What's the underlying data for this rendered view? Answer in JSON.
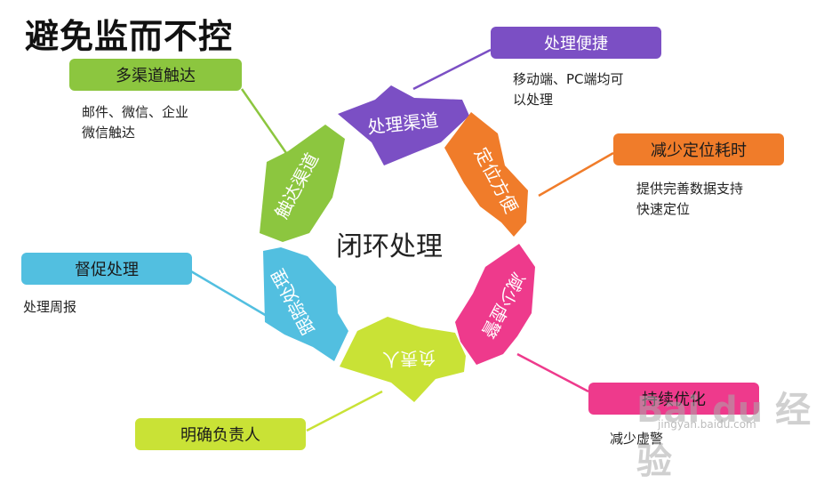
{
  "title": "避免监而不控",
  "center": "闭环处理",
  "segments": [
    {
      "label": "处理渠道",
      "color": "#7b4fc4"
    },
    {
      "label": "定位方便",
      "color": "#f07c2a"
    },
    {
      "label": "减少虚警",
      "color": "#ee3a8c"
    },
    {
      "label": "负责人",
      "color": "#c9e236"
    },
    {
      "label": "跟踪处理",
      "color": "#52bfe0"
    },
    {
      "label": "触达渠道",
      "color": "#8cc63f"
    }
  ],
  "callouts": [
    {
      "label": "处理便捷",
      "desc": "移动端、PC端均可\n以处理",
      "color": "#7b4fc4"
    },
    {
      "label": "减少定位耗时",
      "desc": "提供完善数据支持\n快速定位",
      "color": "#f07c2a"
    },
    {
      "label": "持续优化",
      "desc": "减少虚警",
      "color": "#ee3a8c"
    },
    {
      "label": "明确负责人",
      "desc": "",
      "color": "#c9e236"
    },
    {
      "label": "督促处理",
      "desc": "处理周报",
      "color": "#52bfe0"
    },
    {
      "label": "多渠道触达",
      "desc": "邮件、微信、企业\n微信触达",
      "color": "#8cc63f"
    }
  ],
  "watermark": "Bai du 经验",
  "watermark_url": "jingyan.baidu.com"
}
